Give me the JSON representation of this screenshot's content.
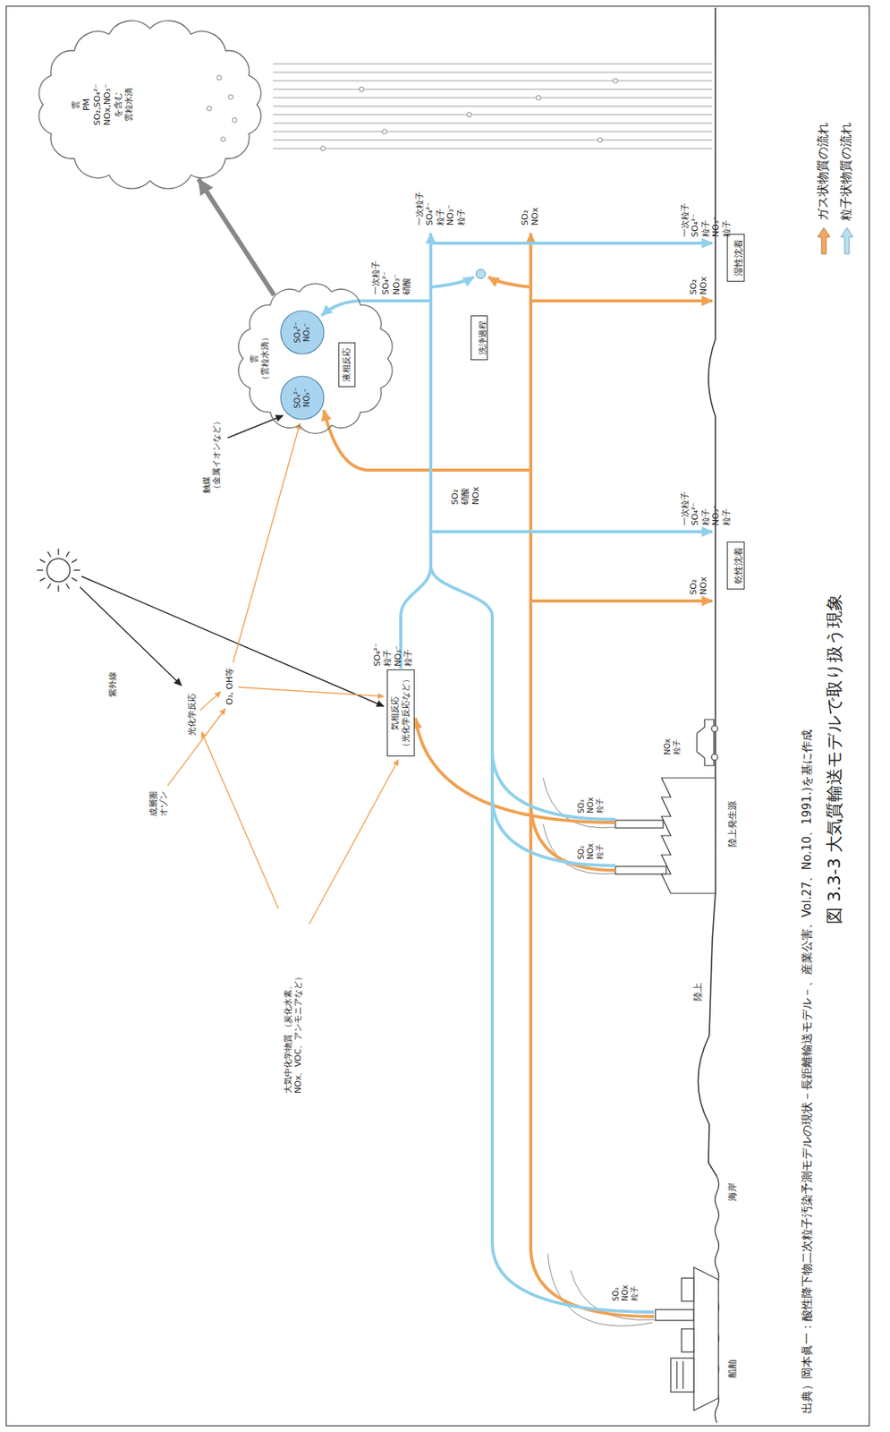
{
  "diagram": {
    "caption": "図 3.3-3 大気質輸送モデルで取り扱う現象",
    "nodes": [
      {
        "text": [
          "気相反応 （光化学反応など）"
        ]
      },
      {
        "text": [
          "雲",
          "（雲粒水滴）"
        ]
      },
      {
        "text": [
          "SO₄²⁻ NO₃⁻"
        ],
        "in": 1
      },
      {
        "text": [
          "SO₄²⁻ NO₃⁻"
        ],
        "in": 1
      },
      {
        "text": [
          "液相反応"
        ],
        "in": 1
      },
      {
        "text": [
          "雲",
          "PM SO₂,SO₄²⁻ NOx,NO₃⁻を含む 雲粒水滴"
        ]
      },
      {
        "text": [
          "洗浄過程"
        ]
      },
      {
        "text": [
          "乾性沈着"
        ]
      },
      {
        "text": [
          "湿性沈着"
        ]
      }
    ],
    "edges": [
      {
        "from": 1,
        "to": 5,
        "arrow": "to"
      }
    ],
    "labels": [
      "船舶",
      "海岸",
      "陸上",
      "陸上発生源",
      "SO₂ NOx 粒子",
      "SO₂ NOx 粒子",
      "SO₂ NOx 粒子",
      "NOx 粒子",
      "大気中化学物質 （炭化水素、NOx、VOC、アンモニアなど）",
      "成層圏 オゾン",
      "紫外線",
      "光化学反応",
      "O₃, OH等",
      "触媒 （金属イオンなど）",
      "SO₂ 硝酸 NOx",
      "一次粒子 SO₄²⁻ NO₃⁻ 硝酸",
      "SO₄²⁻粒子 NO₃⁻粒子",
      "一次粒子 SO₄²⁻粒子 NO₃⁻粒子",
      "SO₂ NOx",
      "SO₂ NOx",
      "一次粒子 SO₄²⁻粒子 NO₃⁻粒子",
      "SO₂ NOx",
      "一次粒子 SO₄²⁻粒子 NO₃⁻粒子",
      "出典）岡本眞一：酸性降下物二次粒子汚染予測モデルの現状－長距離輸送モデル－、産業公害、Vol.27、No.10、1991.)を基に作成"
    ],
    "legend": [
      {
        "text": "ガス状物質の流れ",
        "color": "#f4a862"
      },
      {
        "text": "粒子状物質の流れ",
        "color": "#b4e0f4"
      }
    ]
  }
}
